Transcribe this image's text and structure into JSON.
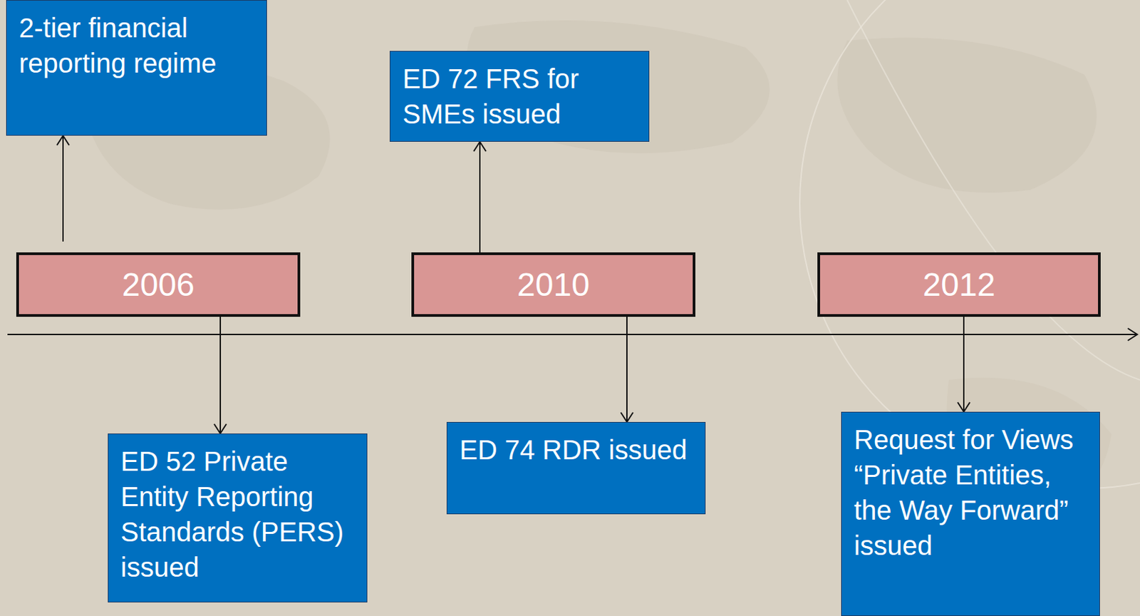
{
  "diagram": {
    "nodes": [
      {
        "text": [
          "2-tier financial reporting regime"
        ]
      },
      {
        "text": [
          "ED 72 FRS for SMEs issued"
        ]
      },
      {
        "text": [
          "2006"
        ]
      },
      {
        "text": [
          "2010"
        ]
      },
      {
        "text": [
          "2012"
        ]
      },
      {
        "text": [
          "ED 52 Private Entity Reporting Standards (PERS) issued"
        ]
      },
      {
        "text": [
          "ED 74 RDR issued"
        ]
      },
      {
        "text": [
          "Request for Views “Private Entities, the Way Forward” issued"
        ]
      }
    ],
    "edges": [
      {
        "from": 2,
        "to": 0,
        "arrow": "to"
      },
      {
        "from": 3,
        "to": 1,
        "arrow": "to"
      },
      {
        "from": 2,
        "to": 5,
        "arrow": "to"
      },
      {
        "from": 3,
        "to": 6,
        "arrow": "to"
      },
      {
        "from": 4,
        "to": 7,
        "arrow": "to"
      }
    ]
  }
}
